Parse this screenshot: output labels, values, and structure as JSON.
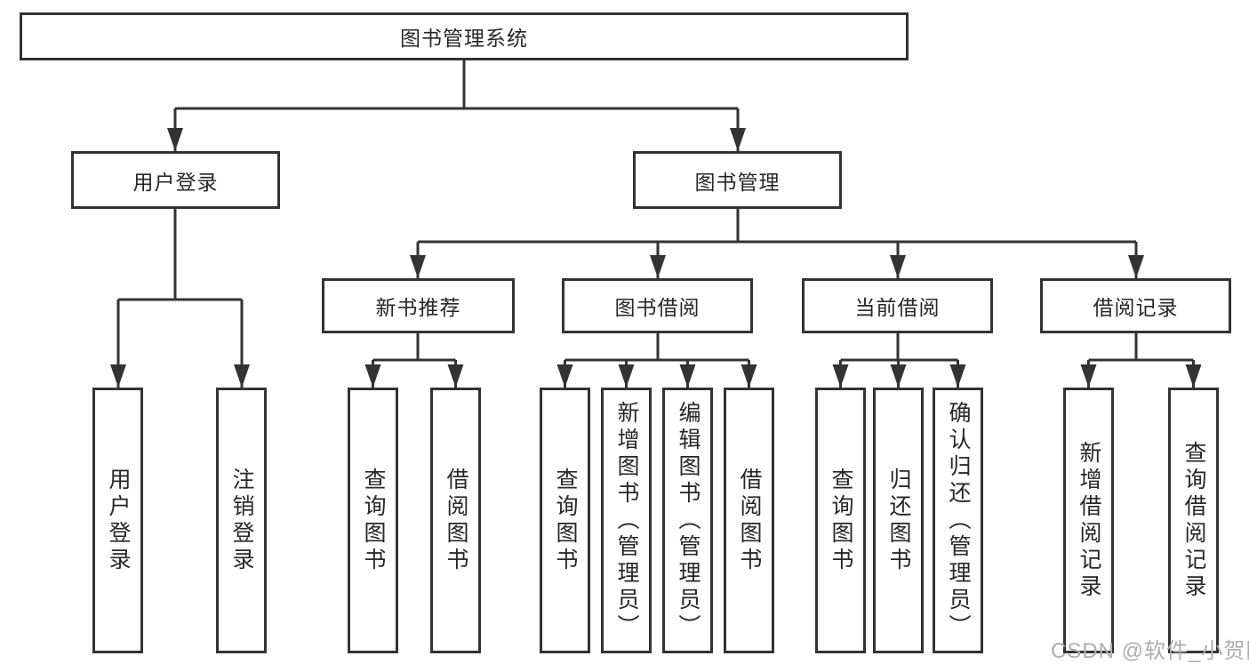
{
  "diagram": {
    "title": "图书管理系统",
    "user_login": {
      "label": "用户登录",
      "children": [
        {
          "label": "用户登录"
        },
        {
          "label": "注销登录"
        }
      ]
    },
    "book_management": {
      "label": "图书管理",
      "sections": [
        {
          "label": "新书推荐",
          "children": [
            {
              "label": "查询图书"
            },
            {
              "label": "借阅图书"
            }
          ]
        },
        {
          "label": "图书借阅",
          "children": [
            {
              "label": "查询图书"
            },
            {
              "label": "新增图书（管理员）"
            },
            {
              "label": "编辑图书（管理员）"
            },
            {
              "label": "借阅图书"
            }
          ]
        },
        {
          "label": "当前借阅",
          "children": [
            {
              "label": "查询图书"
            },
            {
              "label": "归还图书"
            },
            {
              "label": "确认归还（管理员）"
            }
          ]
        },
        {
          "label": "借阅记录",
          "children": [
            {
              "label": "新增借阅记录"
            },
            {
              "label": "查询借阅记录"
            }
          ]
        }
      ]
    },
    "line_color": "#333333",
    "watermark": "CSDN @软件_小贺同学"
  }
}
